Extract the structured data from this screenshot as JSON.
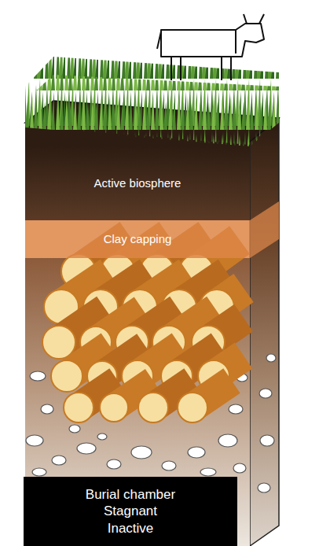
{
  "diagram": {
    "nodes": [
      {
        "text": [
          "Active biosphere"
        ]
      },
      {
        "text": [
          "Clay capping"
        ]
      },
      {
        "text": [
          "Burial chamber",
          "Stagnant",
          "Inactive"
        ]
      }
    ]
  }
}
